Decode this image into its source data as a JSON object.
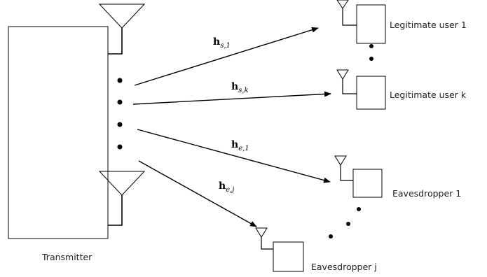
{
  "transmitter": {
    "label": "Transmitter"
  },
  "receivers": {
    "legit_1": "Legitimate user 1",
    "legit_k": "Legitimate user k",
    "eve_1": "Eavesdropper 1",
    "eve_j": "Eavesdropper j"
  },
  "channels": {
    "s1": {
      "main": "h",
      "sub": "s,1"
    },
    "sk": {
      "main": "h",
      "sub": "s,k"
    },
    "e1": {
      "main": "h",
      "sub": "e,1"
    },
    "ej": {
      "main": "h",
      "sub": "e,j"
    }
  },
  "colors": {
    "stroke": "#000000",
    "text": "#222222"
  }
}
